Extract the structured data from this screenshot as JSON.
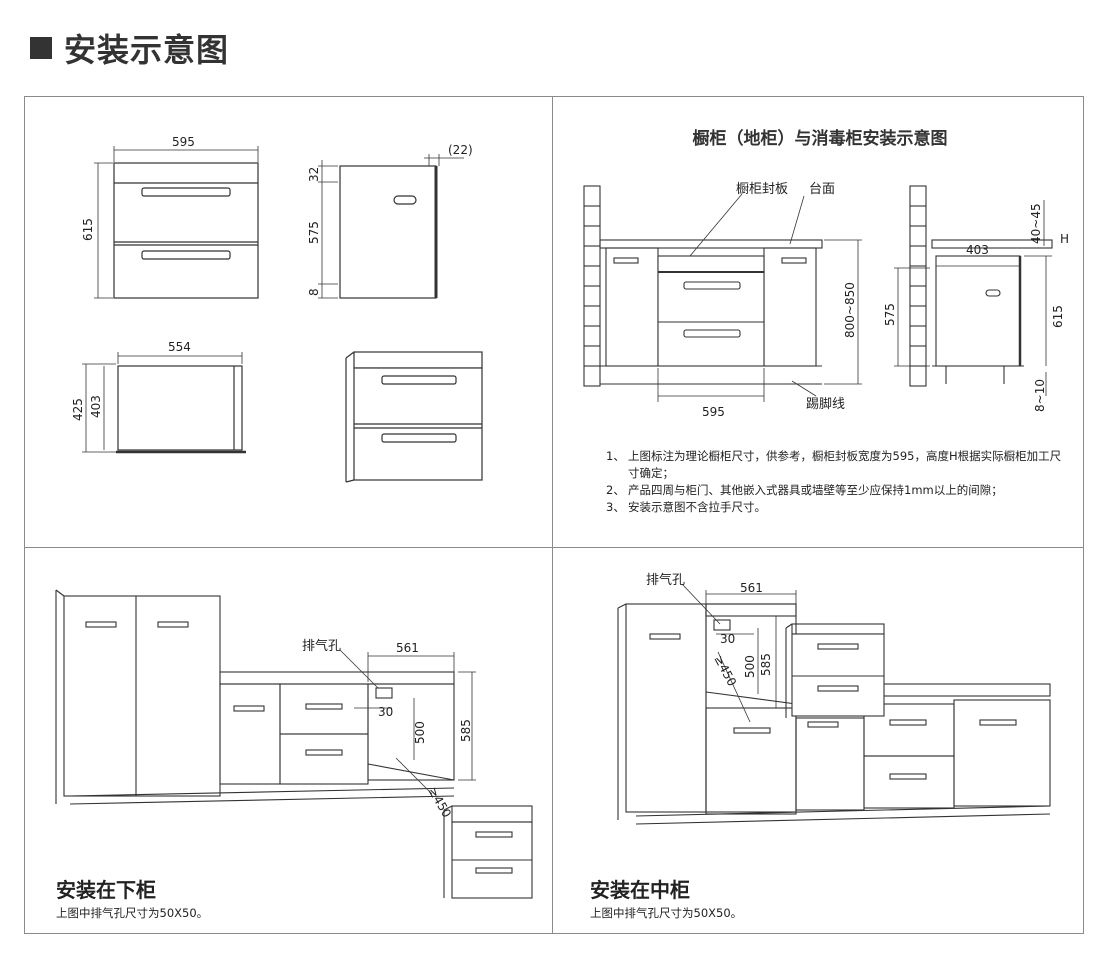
{
  "header": {
    "title": "安装示意图"
  },
  "top_left": {
    "front_width": "595",
    "front_height": "615",
    "side_top": "32",
    "side_mid": "575",
    "side_bottom": "8",
    "side_gap": "(22)",
    "cut_width": "554",
    "cut_h1": "425",
    "cut_h2": "403"
  },
  "top_right": {
    "title": "橱柜（地柜）与消毒柜安装示意图",
    "label_panel": "橱柜封板",
    "label_counter": "台面",
    "label_kick": "踢脚线",
    "dim_height": "800~850",
    "dim_width": "595",
    "side_h575": "575",
    "side_w403": "403",
    "side_4045": "40~45",
    "side_H": "H",
    "side_615": "615",
    "side_810": "8~10",
    "notes": [
      {
        "num": "1、",
        "text": "上图标注为理论橱柜尺寸，供参考，橱柜封板宽度为595，高度H根据实际橱柜加工尺寸确定；"
      },
      {
        "num": "2、",
        "text": "产品四周与柜门、其他嵌入式器具或墙壁等至少应保持1mm以上的间隙；"
      },
      {
        "num": "3、",
        "text": "安装示意图不含拉手尺寸。"
      }
    ]
  },
  "bottom_left": {
    "caption": "安装在下柜",
    "note": "上图中排气孔尺寸为50X50。",
    "label_vent": "排气孔",
    "dim_561": "561",
    "dim_30": "30",
    "dim_500": "500",
    "dim_585": "585",
    "dim_450": "≥450"
  },
  "bottom_right": {
    "caption": "安装在中柜",
    "note": "上图中排气孔尺寸为50X50。",
    "label_vent": "排气孔",
    "dim_561": "561",
    "dim_30": "30",
    "dim_500": "500",
    "dim_585": "585",
    "dim_450": "≥450"
  }
}
